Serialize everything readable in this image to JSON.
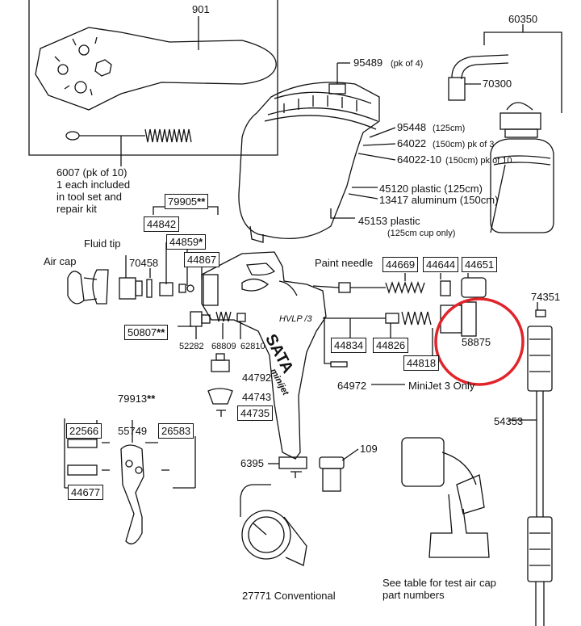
{
  "labels": {
    "p901": "901",
    "p60350": "60350",
    "p95489": "95489",
    "p95489_note": "(pk of 4)",
    "p70300": "70300",
    "p95448": "95448",
    "p95448_note": "(125cm)",
    "p64022": "64022",
    "p64022_note": "(150cm) pk of 3",
    "p64022_10": "64022-10",
    "p64022_10_note": "(150cm) pk of 10",
    "p6007": "6007 (pk of 10)\n1 each included\nin tool set and\nrepair kit",
    "p45120": "45120 plastic (125cm)",
    "p13417": "13417 aluminum (150cm)",
    "p45153": "45153 plastic",
    "p45153_note": "(125cm cup only)",
    "p79905": "79905",
    "stars2": "**",
    "stars1": "*",
    "p44842": "44842",
    "p44859": "44859",
    "p44867": "44867",
    "fluid_tip": "Fluid tip",
    "air_cap": "Air cap",
    "p70458": "70458",
    "paint_needle": "Paint needle",
    "p44669": "44669",
    "p44644": "44644",
    "p44651": "44651",
    "p74351": "74351",
    "p50807": "50807",
    "p52282": "52282",
    "p68809": "68809",
    "p62810": "62810",
    "p44834": "44834",
    "p44826": "44826",
    "p44818": "44818",
    "p58875": "58875",
    "p44792": "44792",
    "p44743": "44743",
    "p44735": "44735",
    "p64972": "64972",
    "minijet": "MiniJet 3 Only",
    "p79913": "79913",
    "p22566": "22566",
    "p55749": "55749",
    "p26583": "26583",
    "p44677": "44677",
    "p54353": "54353",
    "p109": "109",
    "p6395": "6395",
    "p27771": "27771 Conventional",
    "see_table": "See table for test air cap\npart numbers",
    "hvlp": "HVLP /3",
    "brand": "SATA",
    "minijet_body": "minijet"
  },
  "colors": {
    "highlight_circle": "#e0242a",
    "ink": "#111111"
  }
}
